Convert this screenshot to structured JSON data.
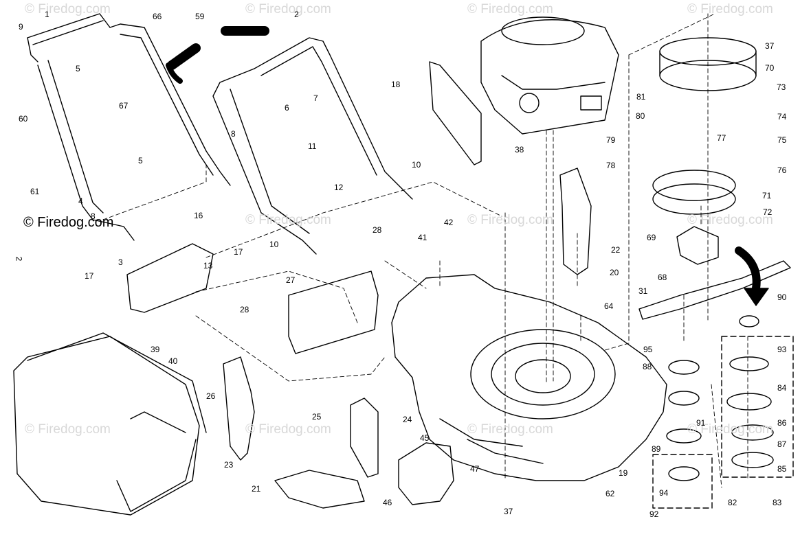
{
  "watermark": "© Firedog.com",
  "side_mark": "2",
  "callouts": [
    "1",
    "2",
    "3",
    "4",
    "5",
    "5",
    "6",
    "7",
    "8",
    "8",
    "9",
    "10",
    "10",
    "11",
    "12",
    "13",
    "16",
    "17",
    "17",
    "18",
    "19",
    "20",
    "21",
    "22",
    "23",
    "24",
    "25",
    "26",
    "27",
    "28",
    "28",
    "31",
    "37",
    "37",
    "38",
    "39",
    "40",
    "41",
    "42",
    "45",
    "46",
    "47",
    "59",
    "60",
    "61",
    "62",
    "64",
    "66",
    "67",
    "68",
    "69",
    "70",
    "71",
    "72",
    "73",
    "74",
    "75",
    "76",
    "77",
    "78",
    "79",
    "80",
    "81",
    "82",
    "83",
    "84",
    "85",
    "86",
    "87",
    "88",
    "89",
    "90",
    "91",
    "92",
    "93",
    "94",
    "95"
  ]
}
